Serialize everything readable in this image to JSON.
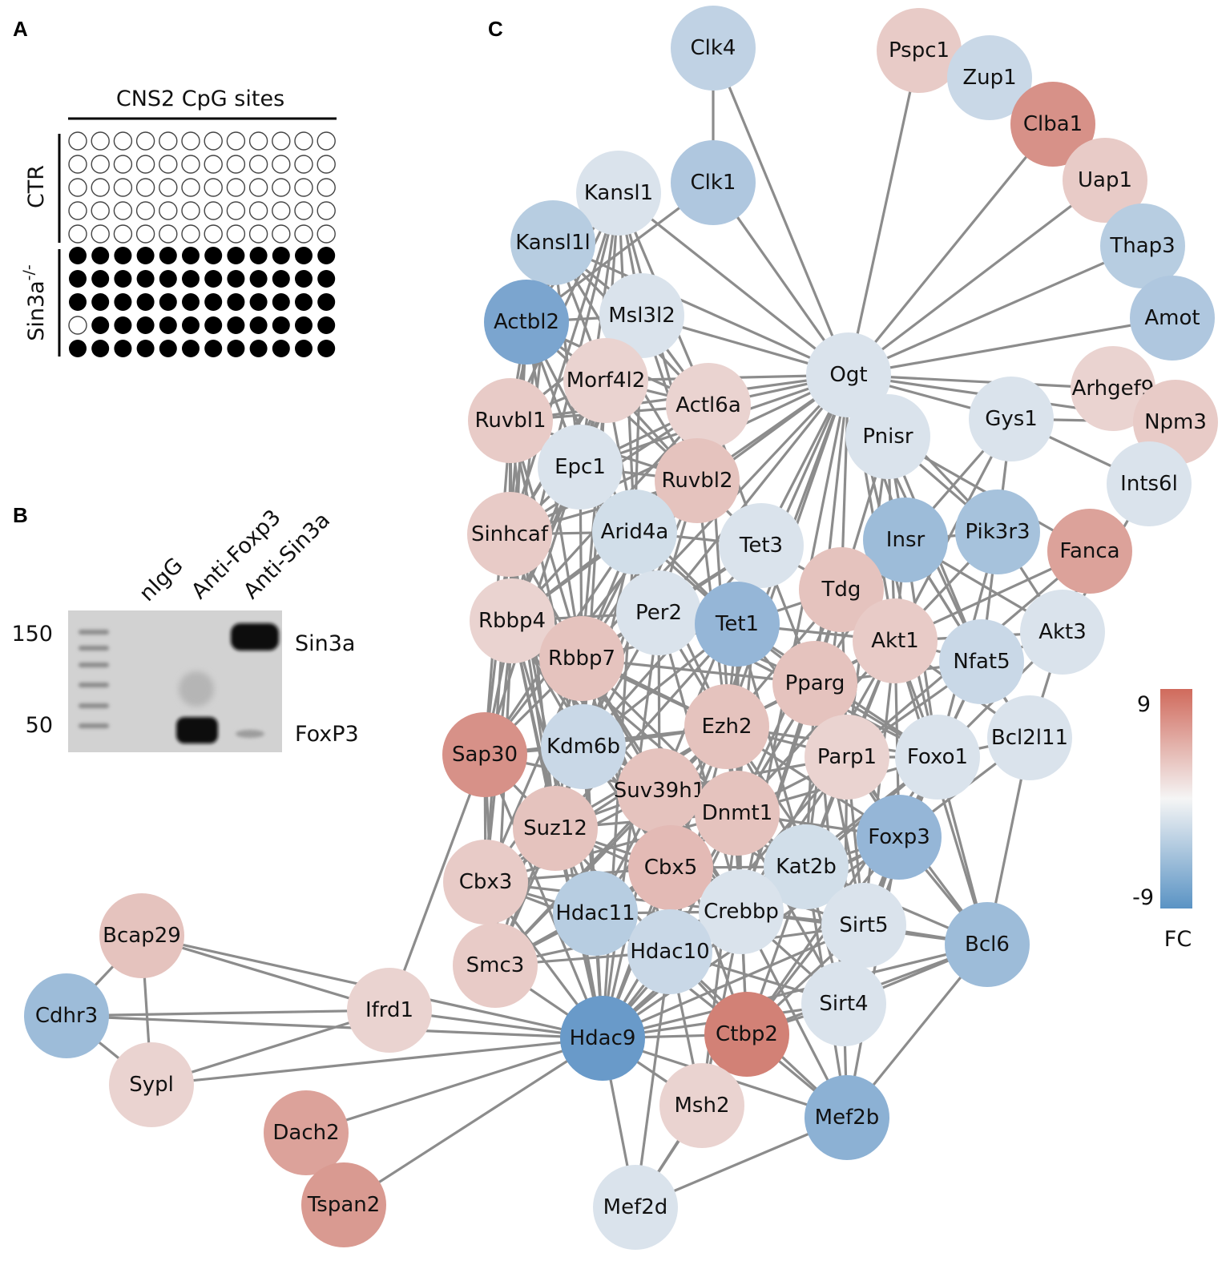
{
  "panels": {
    "a": "A",
    "b": "B",
    "c": "C"
  },
  "panel_a": {
    "title": "CNS2 CpG sites",
    "ctr_label": "CTR",
    "ko_label_base": "Sin3a",
    "ko_label_sup": "-/-",
    "ctr_color": "#5b2a6e",
    "ko_color": "#9aa02a",
    "ctr_rows": [
      [
        0,
        0,
        0,
        0,
        0,
        0,
        0,
        0,
        0,
        0,
        0,
        0
      ],
      [
        0,
        0,
        0,
        0,
        0,
        0,
        0,
        0,
        0,
        0,
        0,
        0
      ],
      [
        0,
        0,
        0,
        0,
        0,
        0,
        0,
        0,
        0,
        0,
        0,
        0
      ],
      [
        0,
        0,
        0,
        0,
        0,
        0,
        0,
        0,
        0,
        0,
        0,
        0
      ],
      [
        0,
        0,
        0,
        0,
        0,
        0,
        0,
        0,
        0,
        0,
        0,
        0
      ]
    ],
    "ko_rows": [
      [
        1,
        1,
        1,
        1,
        1,
        1,
        1,
        1,
        1,
        1,
        1,
        1
      ],
      [
        1,
        1,
        1,
        1,
        1,
        1,
        1,
        1,
        1,
        1,
        1,
        1
      ],
      [
        1,
        1,
        1,
        1,
        1,
        1,
        1,
        1,
        1,
        1,
        1,
        1
      ],
      [
        0,
        1,
        1,
        1,
        1,
        1,
        1,
        1,
        1,
        1,
        1,
        1
      ],
      [
        1,
        1,
        1,
        1,
        1,
        1,
        1,
        1,
        1,
        1,
        1,
        1
      ]
    ]
  },
  "panel_b": {
    "lanes": [
      "nIgG",
      "Anti-Foxp3",
      "Anti-Sin3a"
    ],
    "markers": [
      "150",
      "50"
    ],
    "bands": [
      "Sin3a",
      "FoxP3"
    ]
  },
  "panel_c": {
    "legend": {
      "max_label": "9",
      "min_label": "-9",
      "title": "FC",
      "max_color": "#d06a5c",
      "mid_color": "#f5f5f5",
      "min_color": "#5a93c4"
    },
    "edge_color": "#8c8c8c",
    "nodes": [
      {
        "id": "Clk4",
        "fc": -3.0
      },
      {
        "id": "Pspc1",
        "fc": 2.5
      },
      {
        "id": "Zup1",
        "fc": -2.5
      },
      {
        "id": "Clba1",
        "fc": 6.0
      },
      {
        "id": "Uap1",
        "fc": 2.5
      },
      {
        "id": "Thap3",
        "fc": -3.5
      },
      {
        "id": "Amot",
        "fc": -4.0
      },
      {
        "id": "Kansl1",
        "fc": -1.5
      },
      {
        "id": "Clk1",
        "fc": -4.0
      },
      {
        "id": "Kansl1l",
        "fc": -3.5
      },
      {
        "id": "Actbl2",
        "fc": -7.0
      },
      {
        "id": "Msl3l2",
        "fc": -1.5
      },
      {
        "id": "Ogt",
        "fc": -1.5
      },
      {
        "id": "Morf4l2",
        "fc": 2.0
      },
      {
        "id": "Actl6a",
        "fc": 2.0
      },
      {
        "id": "Arhgef9",
        "fc": 2.0
      },
      {
        "id": "Npm3",
        "fc": 2.5
      },
      {
        "id": "Ruvbl1",
        "fc": 2.5
      },
      {
        "id": "Gys1",
        "fc": -1.5
      },
      {
        "id": "Pnisr",
        "fc": -1.5
      },
      {
        "id": "Epc1",
        "fc": -1.5
      },
      {
        "id": "Ruvbl2",
        "fc": 3.0
      },
      {
        "id": "Ints6l",
        "fc": -1.5
      },
      {
        "id": "Sinhcaf",
        "fc": 2.5
      },
      {
        "id": "Arid4a",
        "fc": -2.0
      },
      {
        "id": "Tet3",
        "fc": -1.5
      },
      {
        "id": "Insr",
        "fc": -5.0
      },
      {
        "id": "Pik3r3",
        "fc": -4.5
      },
      {
        "id": "Fanca",
        "fc": 5.0
      },
      {
        "id": "Tdg",
        "fc": 3.0
      },
      {
        "id": "Rbbp4",
        "fc": 2.0
      },
      {
        "id": "Per2",
        "fc": -1.5
      },
      {
        "id": "Tet1",
        "fc": -5.5
      },
      {
        "id": "Akt1",
        "fc": 2.5
      },
      {
        "id": "Akt3",
        "fc": -1.5
      },
      {
        "id": "Rbbp7",
        "fc": 3.0
      },
      {
        "id": "Nfat5",
        "fc": -2.5
      },
      {
        "id": "Pparg",
        "fc": 3.0
      },
      {
        "id": "Ezh2",
        "fc": 3.0
      },
      {
        "id": "Sap30",
        "fc": 6.0
      },
      {
        "id": "Kdm6b",
        "fc": -2.5
      },
      {
        "id": "Parp1",
        "fc": 2.0
      },
      {
        "id": "Foxo1",
        "fc": -1.5
      },
      {
        "id": "Bcl2l11",
        "fc": -1.5
      },
      {
        "id": "Suv39h1",
        "fc": 3.0
      },
      {
        "id": "Dnmt1",
        "fc": 3.0
      },
      {
        "id": "Suz12",
        "fc": 3.0
      },
      {
        "id": "Foxp3",
        "fc": -5.5
      },
      {
        "id": "Cbx3",
        "fc": 2.5
      },
      {
        "id": "Cbx5",
        "fc": 3.5
      },
      {
        "id": "Kat2b",
        "fc": -2.0
      },
      {
        "id": "Hdac11",
        "fc": -3.5
      },
      {
        "id": "Crebbp",
        "fc": -1.5
      },
      {
        "id": "Sirt5",
        "fc": -1.5
      },
      {
        "id": "Bcl6",
        "fc": -5.0
      },
      {
        "id": "Bcap29",
        "fc": 3.0
      },
      {
        "id": "Hdac10",
        "fc": -2.5
      },
      {
        "id": "Smc3",
        "fc": 2.5
      },
      {
        "id": "Cdhr3",
        "fc": -5.0
      },
      {
        "id": "Ifrd1",
        "fc": 2.0
      },
      {
        "id": "Sirt4",
        "fc": -1.5
      },
      {
        "id": "Hdac9",
        "fc": -8.0
      },
      {
        "id": "Ctbp2",
        "fc": 7.0
      },
      {
        "id": "Sypl",
        "fc": 2.0
      },
      {
        "id": "Msh2",
        "fc": 2.0
      },
      {
        "id": "Mef2b",
        "fc": -6.0
      },
      {
        "id": "Dach2",
        "fc": 5.0
      },
      {
        "id": "Tspan2",
        "fc": 5.5
      },
      {
        "id": "Mef2d",
        "fc": -1.5
      }
    ]
  }
}
